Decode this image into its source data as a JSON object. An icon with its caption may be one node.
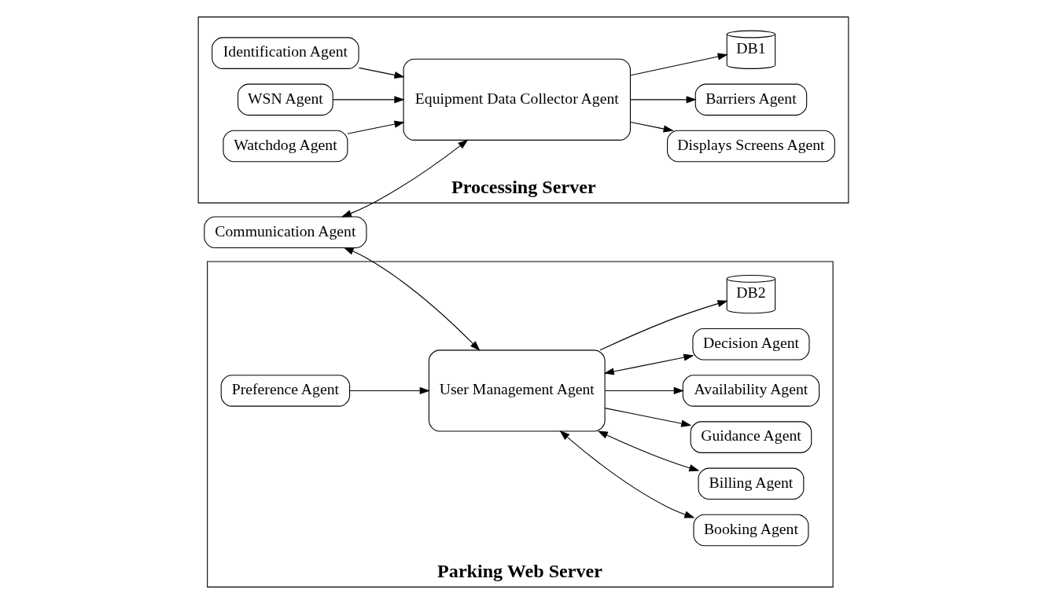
{
  "diagram": {
    "nodes": [
      {
        "text": [
          "Processing Server"
        ]
      },
      {
        "text": [
          "Parking Web Server"
        ]
      },
      {
        "text": [
          "Communication Agent"
        ]
      },
      {
        "text": [
          "Identification Agent"
        ],
        "in": 0
      },
      {
        "text": [
          "WSN Agent"
        ],
        "in": 0
      },
      {
        "text": [
          "Displays Screens Agent"
        ],
        "in": 0
      },
      {
        "text": [
          "Watchdog Agent"
        ],
        "in": 0
      },
      {
        "text": [
          "Barriers Agent"
        ],
        "in": 0
      },
      {
        "text": [
          "Equipment Data Collector Agent"
        ],
        "in": 0
      },
      {
        "text": [
          "DB1"
        ],
        "in": 0
      },
      {
        "text": [
          "Preference Agent"
        ],
        "in": 1
      },
      {
        "text": [
          "Booking Agent"
        ],
        "in": 1
      },
      {
        "text": [
          "Billing Agent"
        ],
        "in": 1
      },
      {
        "text": [
          "Guidance Agent"
        ],
        "in": 1
      },
      {
        "text": [
          "Availability Agent"
        ],
        "in": 1
      },
      {
        "text": [
          "Decision Agent"
        ],
        "in": 1
      },
      {
        "text": [
          "User Management Agent"
        ],
        "in": 1
      },
      {
        "text": [
          "DB2"
        ],
        "in": 1
      }
    ],
    "edges": [
      {
        "from": 2,
        "to": 8,
        "arrow": "both"
      },
      {
        "from": 3,
        "to": 8,
        "arrow": "to"
      },
      {
        "from": 4,
        "to": 8,
        "arrow": "to"
      },
      {
        "from": 8,
        "to": 5,
        "arrow": "to"
      },
      {
        "from": 6,
        "to": 8,
        "arrow": "to"
      },
      {
        "from": 8,
        "to": 7,
        "arrow": "to"
      },
      {
        "from": 8,
        "to": 9,
        "arrow": "to"
      },
      {
        "from": 2,
        "to": 16,
        "arrow": "both"
      },
      {
        "from": 10,
        "to": 16,
        "arrow": "to"
      },
      {
        "from": 16,
        "to": 11,
        "arrow": "both"
      },
      {
        "from": 16,
        "to": 12,
        "arrow": "both"
      },
      {
        "from": 16,
        "to": 13,
        "arrow": "to"
      },
      {
        "from": 16,
        "to": 14,
        "arrow": "to"
      },
      {
        "from": 16,
        "to": 15,
        "arrow": "both"
      },
      {
        "from": 16,
        "to": 17,
        "arrow": "to"
      }
    ]
  }
}
